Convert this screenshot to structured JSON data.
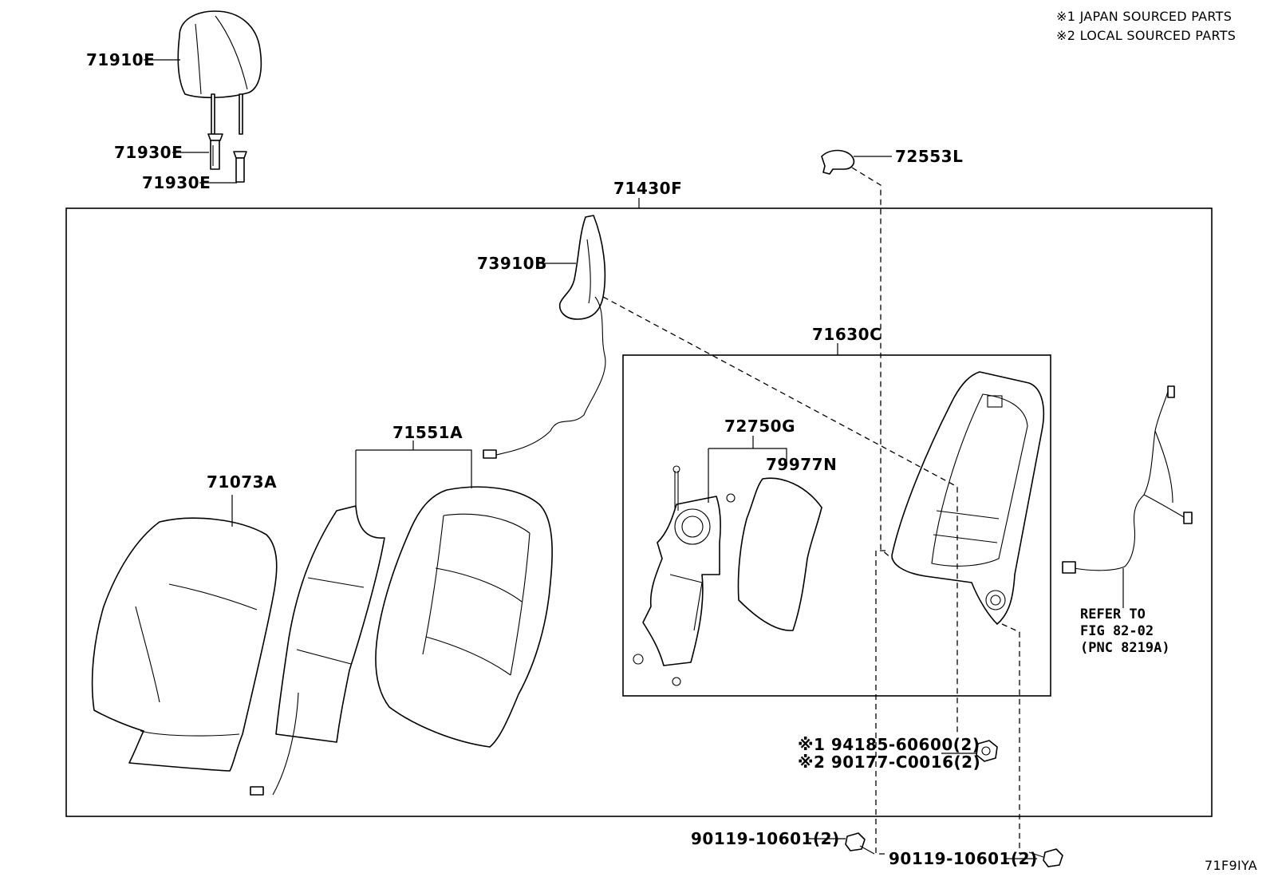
{
  "notes": {
    "note1": "※1 JAPAN SOURCED PARTS",
    "note2": "※2 LOCAL SOURCED PARTS"
  },
  "parts": {
    "p71910E": "71910E",
    "p71930E_a": "71930E",
    "p71930E_b": "71930E",
    "p71430F": "71430F",
    "p72553L": "72553L",
    "p73910B": "73910B",
    "p71630C": "71630C",
    "p71551A": "71551A",
    "p72750G": "72750G",
    "p79977N": "79977N",
    "p71073A": "71073A",
    "nut1": "※1 94185-60600(2)",
    "nut2": "※2 90177-C0016(2)",
    "bolt_left": "90119-10601(2)",
    "bolt_right": "90119-10601(2)"
  },
  "refer": {
    "line1": "REFER TO",
    "line2": "FIG 82-02",
    "line3": "(PNC 8219A)"
  },
  "figure_id": "71F9IYA"
}
